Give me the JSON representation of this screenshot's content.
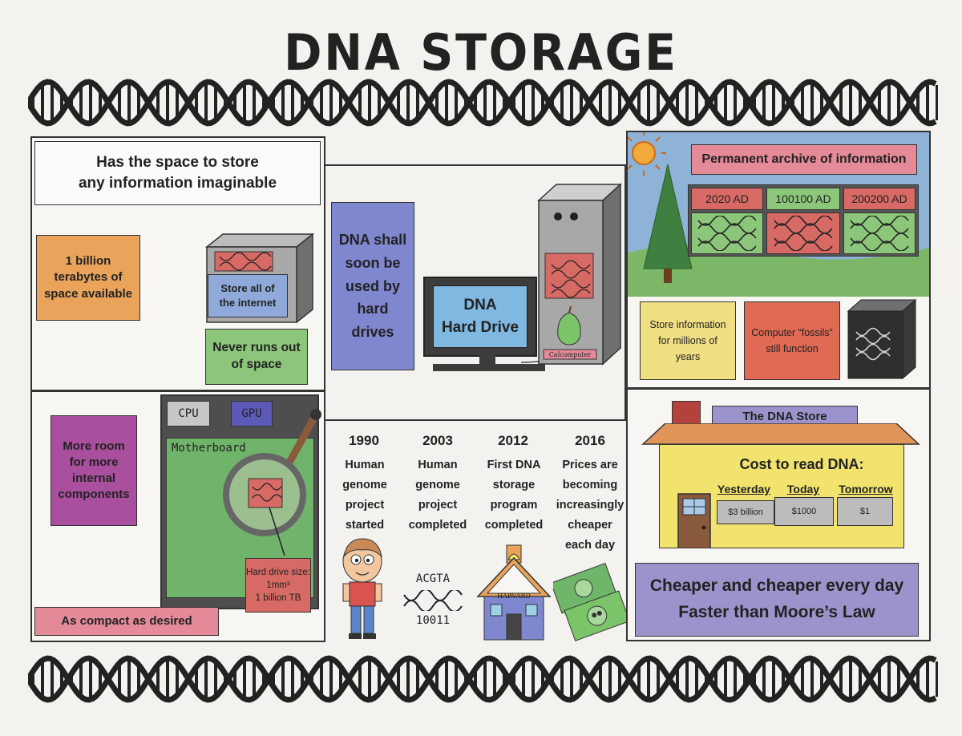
{
  "title": "DNA STORAGE",
  "left": {
    "header_line1": "Has the space to store",
    "header_line2": "any information imaginable",
    "capacity_label": "1 billion terabytes of space available",
    "internet_label": "Store all of the internet",
    "never_runs_label": "Never runs out of space",
    "more_room_label": "More room for more internal components",
    "cpu_label": "CPU",
    "gpu_label": "GPU",
    "motherboard_label": "Motherboard",
    "hd_size_line1": "Hard drive size:",
    "hd_size_line2": "1mm³",
    "hd_size_line3": "1 billion TB",
    "compact_label": "As compact as desired"
  },
  "center": {
    "soon_label": "DNA shall soon be used by hard drives",
    "monitor_line1": "DNA",
    "monitor_line2": "Hard Drive",
    "tower_brand": "Calcomputer",
    "timeline": [
      {
        "year": "1990",
        "text": "Human genome project started"
      },
      {
        "year": "2003",
        "text": "Human genome project completed"
      },
      {
        "year": "2012",
        "text": "First DNA storage program completed"
      },
      {
        "year": "2016",
        "text": "Prices are becoming increasingly cheaper each day"
      }
    ],
    "dna_letters": "ACGTA",
    "dna_bits": "10011",
    "school_label": "HARVARD"
  },
  "right": {
    "archive_label": "Permanent archive of information",
    "eras": [
      "2020 AD",
      "100100 AD",
      "200200 AD"
    ],
    "millions_label": "Store information for millions of years",
    "fossils_label": "Computer “fossils” still function",
    "store_sign": "The DNA Store",
    "cost_title": "Cost to read DNA:",
    "costs": [
      {
        "label": "Yesterday",
        "value": "$3 billion"
      },
      {
        "label": "Today",
        "value": "$1000"
      },
      {
        "label": "Tomorrow",
        "value": "$1"
      }
    ],
    "cheaper_line1": "Cheaper and cheaper every day",
    "cheaper_line2": "Faster than Moore’s Law"
  },
  "colors": {
    "red": "#d76a64",
    "green": "#8cc67a",
    "blue": "#8fa9da",
    "orange": "#e9a35a",
    "purple": "#a94f9e",
    "pink": "#e58a98",
    "yellow": "#f1e36e",
    "lavender": "#9d93cc"
  }
}
